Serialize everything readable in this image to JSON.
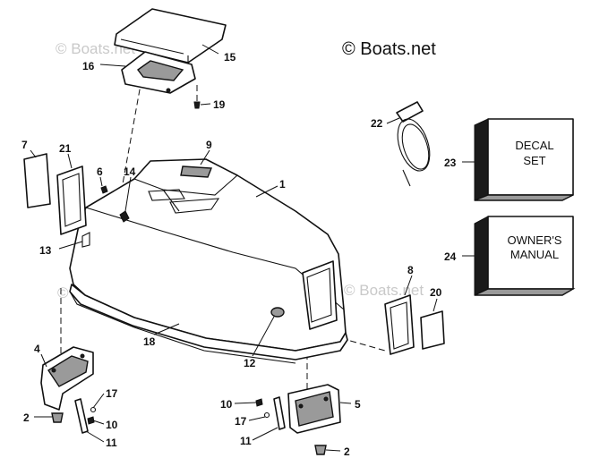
{
  "copyright": "© Boats.net",
  "watermark": "© Boats.net",
  "boxes": {
    "decal": [
      "DECAL",
      "SET"
    ],
    "manual": [
      "OWNER'S",
      "MANUAL"
    ]
  },
  "callouts": {
    "c1": "1",
    "c2a": "2",
    "c2b": "2",
    "c4": "4",
    "c5": "5",
    "c6": "6",
    "c7": "7",
    "c8": "8",
    "c9": "9",
    "c10a": "10",
    "c10b": "10",
    "c11a": "11",
    "c11b": "11",
    "c12": "12",
    "c13": "13",
    "c14": "14",
    "c15": "15",
    "c16": "16",
    "c17a": "17",
    "c17b": "17",
    "c18": "18",
    "c19": "19",
    "c20": "20",
    "c21": "21",
    "c22": "22",
    "c23": "23",
    "c24": "24"
  }
}
